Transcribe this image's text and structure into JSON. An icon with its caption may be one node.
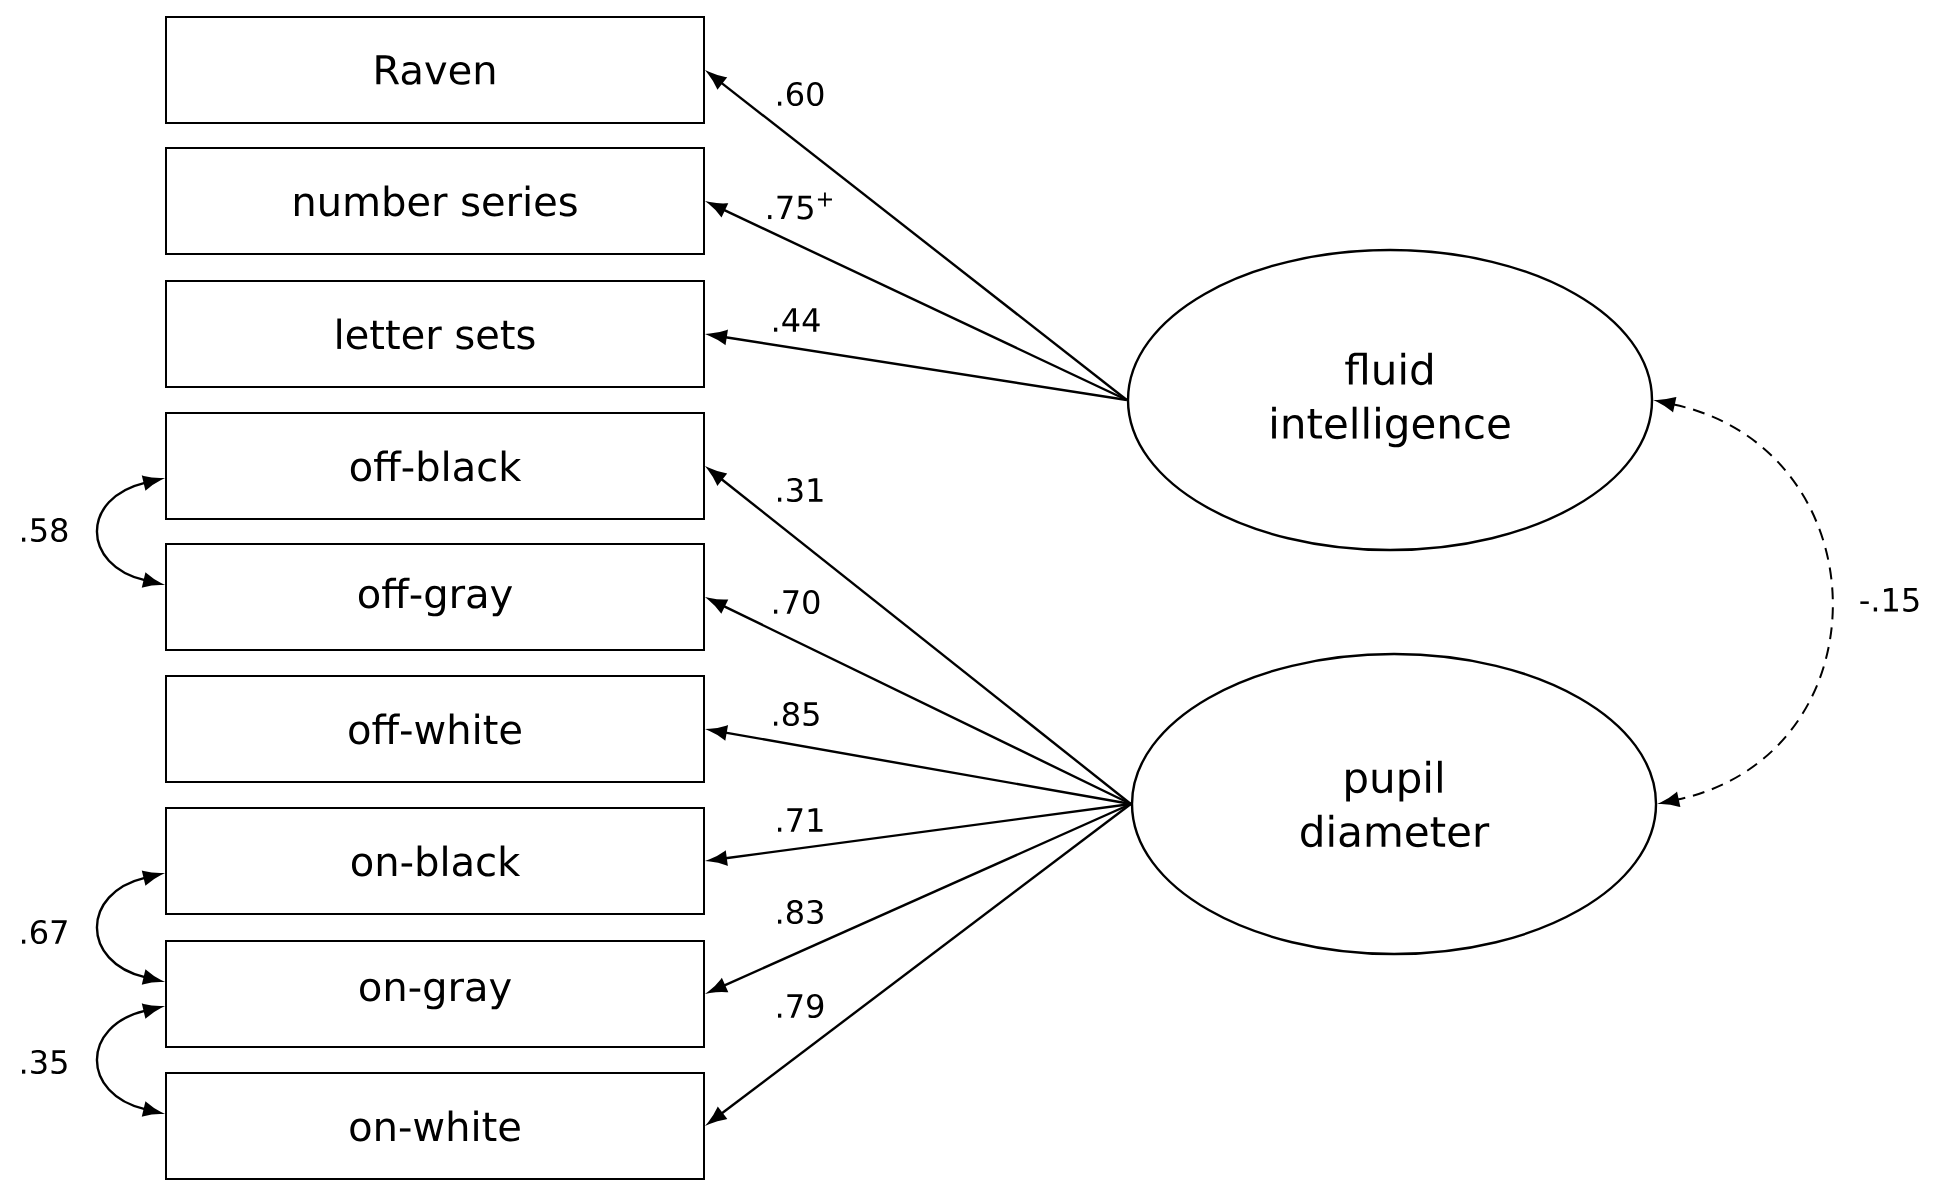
{
  "diagram": {
    "nodes": [
      {
        "text": [
          "Raven"
        ]
      },
      {
        "text": [
          "number series"
        ]
      },
      {
        "text": [
          "letter sets"
        ]
      },
      {
        "text": [
          "off-black"
        ]
      },
      {
        "text": [
          "off-gray"
        ]
      },
      {
        "text": [
          "off-white"
        ]
      },
      {
        "text": [
          "on-black"
        ]
      },
      {
        "text": [
          "on-gray"
        ]
      },
      {
        "text": [
          "on-white"
        ]
      },
      {
        "text": [
          "fluid intelligence"
        ]
      },
      {
        "text": [
          "pupil diameter"
        ]
      }
    ],
    "edges": [
      {
        "from": 9,
        "to": 0,
        "arrow": "to",
        "label": ".60"
      },
      {
        "from": 9,
        "to": 1,
        "arrow": "to",
        "label": ".75$^{+}$"
      },
      {
        "from": 9,
        "to": 2,
        "arrow": "to",
        "label": ".44"
      },
      {
        "from": 10,
        "to": 3,
        "arrow": "to",
        "label": ".31"
      },
      {
        "from": 10,
        "to": 4,
        "arrow": "to",
        "label": ".70"
      },
      {
        "from": 10,
        "to": 5,
        "arrow": "to",
        "label": ".85"
      },
      {
        "from": 10,
        "to": 6,
        "arrow": "to",
        "label": ".71"
      },
      {
        "from": 10,
        "to": 7,
        "arrow": "to",
        "label": ".83"
      },
      {
        "from": 10,
        "to": 8,
        "arrow": "to",
        "label": ".79"
      },
      {
        "from": 3,
        "to": 4,
        "arrow": "both",
        "label": ".58"
      },
      {
        "from": 6,
        "to": 7,
        "arrow": "both",
        "label": ".67"
      },
      {
        "from": 7,
        "to": 8,
        "arrow": "both",
        "label": ".35"
      },
      {
        "from": 9,
        "to": 10,
        "arrow": "both",
        "label": "-.15",
        "style": "dashed"
      }
    ]
  }
}
